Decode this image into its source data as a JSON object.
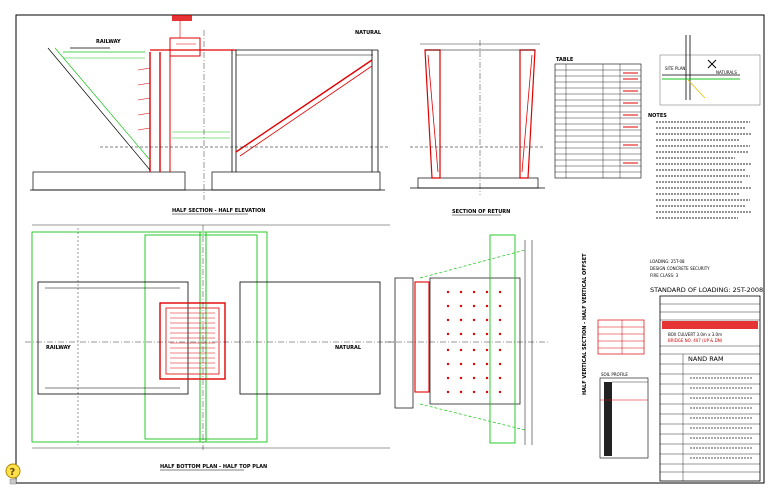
{
  "views": {
    "elevation_title": "HALF SECTION - HALF ELEVATION",
    "section_title": "SECTION OF RETURN",
    "plan_title": "HALF BOTTOM PLAN - HALF TOP PLAN",
    "left_label_top": "RAILWAY",
    "right_label_top": "NATURAL",
    "left_label_plan": "RAILWAY",
    "right_label_plan": "NATURAL",
    "vertical_title": "HALF VERTICAL SECTION - HALF VERTICAL OFFSET"
  },
  "table": {
    "title": "TABLE"
  },
  "north": {
    "site_label": "SITE PLAN",
    "naturals_label": "NATURALS"
  },
  "notes": {
    "title": "NOTES"
  },
  "standard": {
    "line1": "LOADING: 25T-08",
    "line2": "DESIGN CONCRETE SECURITY",
    "line3": "FIRE CLASS: 3",
    "title": "STANDARD OF LOADING: 25T-2008"
  },
  "title_block": {
    "drawing_title": "BOX CULVERT 3.0m x 3.0m",
    "sub_title": "BRIDGE NO. 407 (UP & DN)",
    "name": "NAND RAM"
  },
  "bottom": {
    "soil_label": "SOIL PROFILE"
  },
  "colors": {
    "red": "#e00000",
    "green": "#18c418",
    "black": "#000000"
  }
}
